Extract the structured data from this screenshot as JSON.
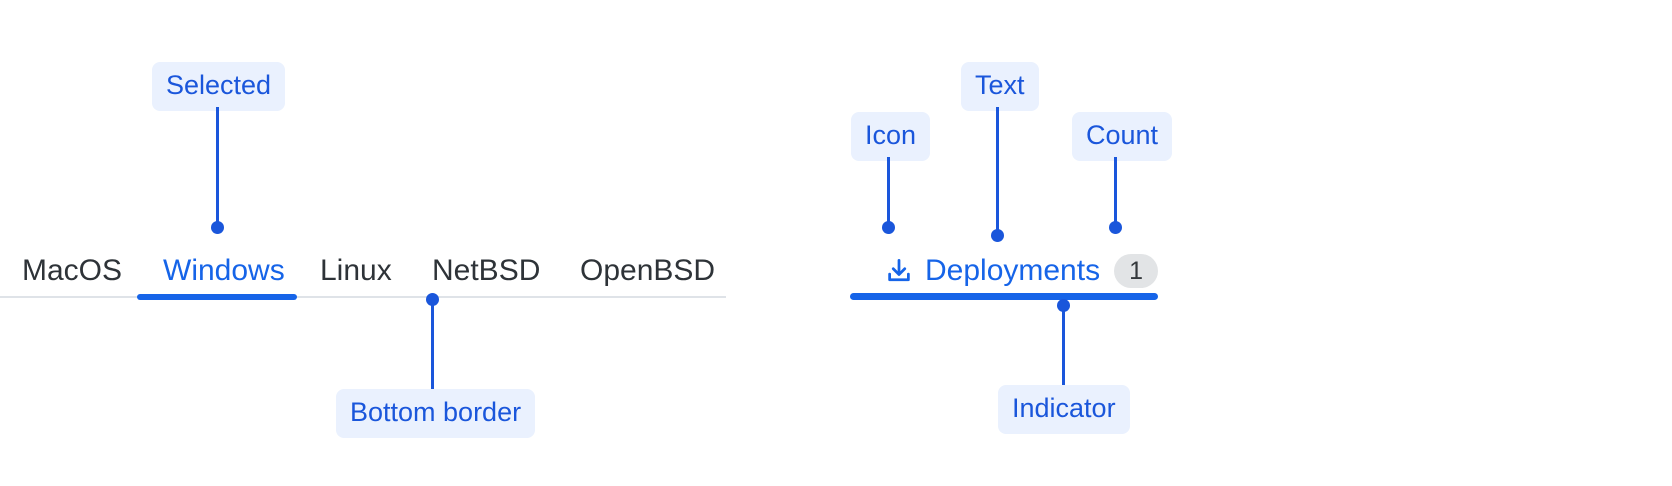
{
  "theme": {
    "accent_blue": "#1664E8",
    "annotation_blue": "#1A56DB",
    "annotation_bg": "#EAF1FE",
    "tab_text": "#2E3338",
    "rule": "#DFE3E8",
    "pill_bg": "#E2E4E6",
    "pill_text": "#35393D",
    "background": "#FFFFFF"
  },
  "left_panel": {
    "name": "tab-bar-anatomy-basic",
    "tabs": [
      {
        "label": "MacOS",
        "selected": false
      },
      {
        "label": "Windows",
        "selected": true
      },
      {
        "label": "Linux",
        "selected": false
      },
      {
        "label": "NetBSD",
        "selected": false
      },
      {
        "label": "OpenBSD",
        "selected": false
      }
    ],
    "annotations": [
      {
        "label": "Selected",
        "target": "selected-tab-label"
      },
      {
        "label": "Bottom border",
        "target": "tab-bar-bottom-rule"
      }
    ]
  },
  "right_panel": {
    "name": "tab-anatomy-detailed",
    "tab": {
      "icon": "download-icon",
      "text": "Deployments",
      "count": "1",
      "selected": true
    },
    "annotations": [
      {
        "label": "Icon",
        "target": "tab-icon"
      },
      {
        "label": "Text",
        "target": "tab-text"
      },
      {
        "label": "Count",
        "target": "tab-count-pill"
      },
      {
        "label": "Indicator",
        "target": "tab-selected-indicator"
      }
    ]
  }
}
